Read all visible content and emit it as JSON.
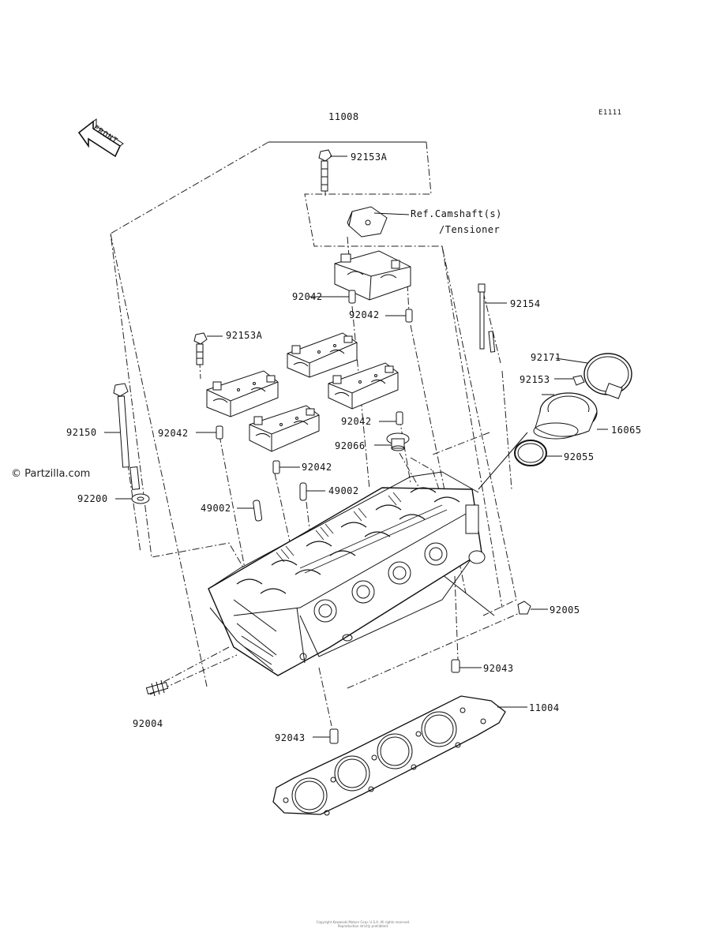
{
  "diagram": {
    "code": "E1111",
    "front_label": "FRONT",
    "watermark": "© Partzilla.com",
    "ref_line1": "Ref.Camshaft(s)",
    "ref_line2": "/Tensioner",
    "parts": {
      "p11008": "11008",
      "p92153a_top": "92153A",
      "p92042_a": "92042",
      "p92042_b": "92042",
      "p92154": "92154",
      "p92153a_left": "92153A",
      "p92171": "92171",
      "p92153": "92153",
      "p92150": "92150",
      "p92042_c": "92042",
      "p92042_d": "92042",
      "p16065": "16065",
      "p92066": "92066",
      "p92055": "92055",
      "p92042_e": "92042",
      "p92200": "92200",
      "p49002_a": "49002",
      "p49002_b": "49002",
      "p92005": "92005",
      "p92043_a": "92043",
      "p11004": "11004",
      "p92004": "92004",
      "p92043_b": "92043"
    },
    "copyright_line1": "Copyright Kawasaki Motors Corp. U.S.A. All rights reserved.",
    "copyright_line2": "Reproduction strictly prohibited."
  }
}
